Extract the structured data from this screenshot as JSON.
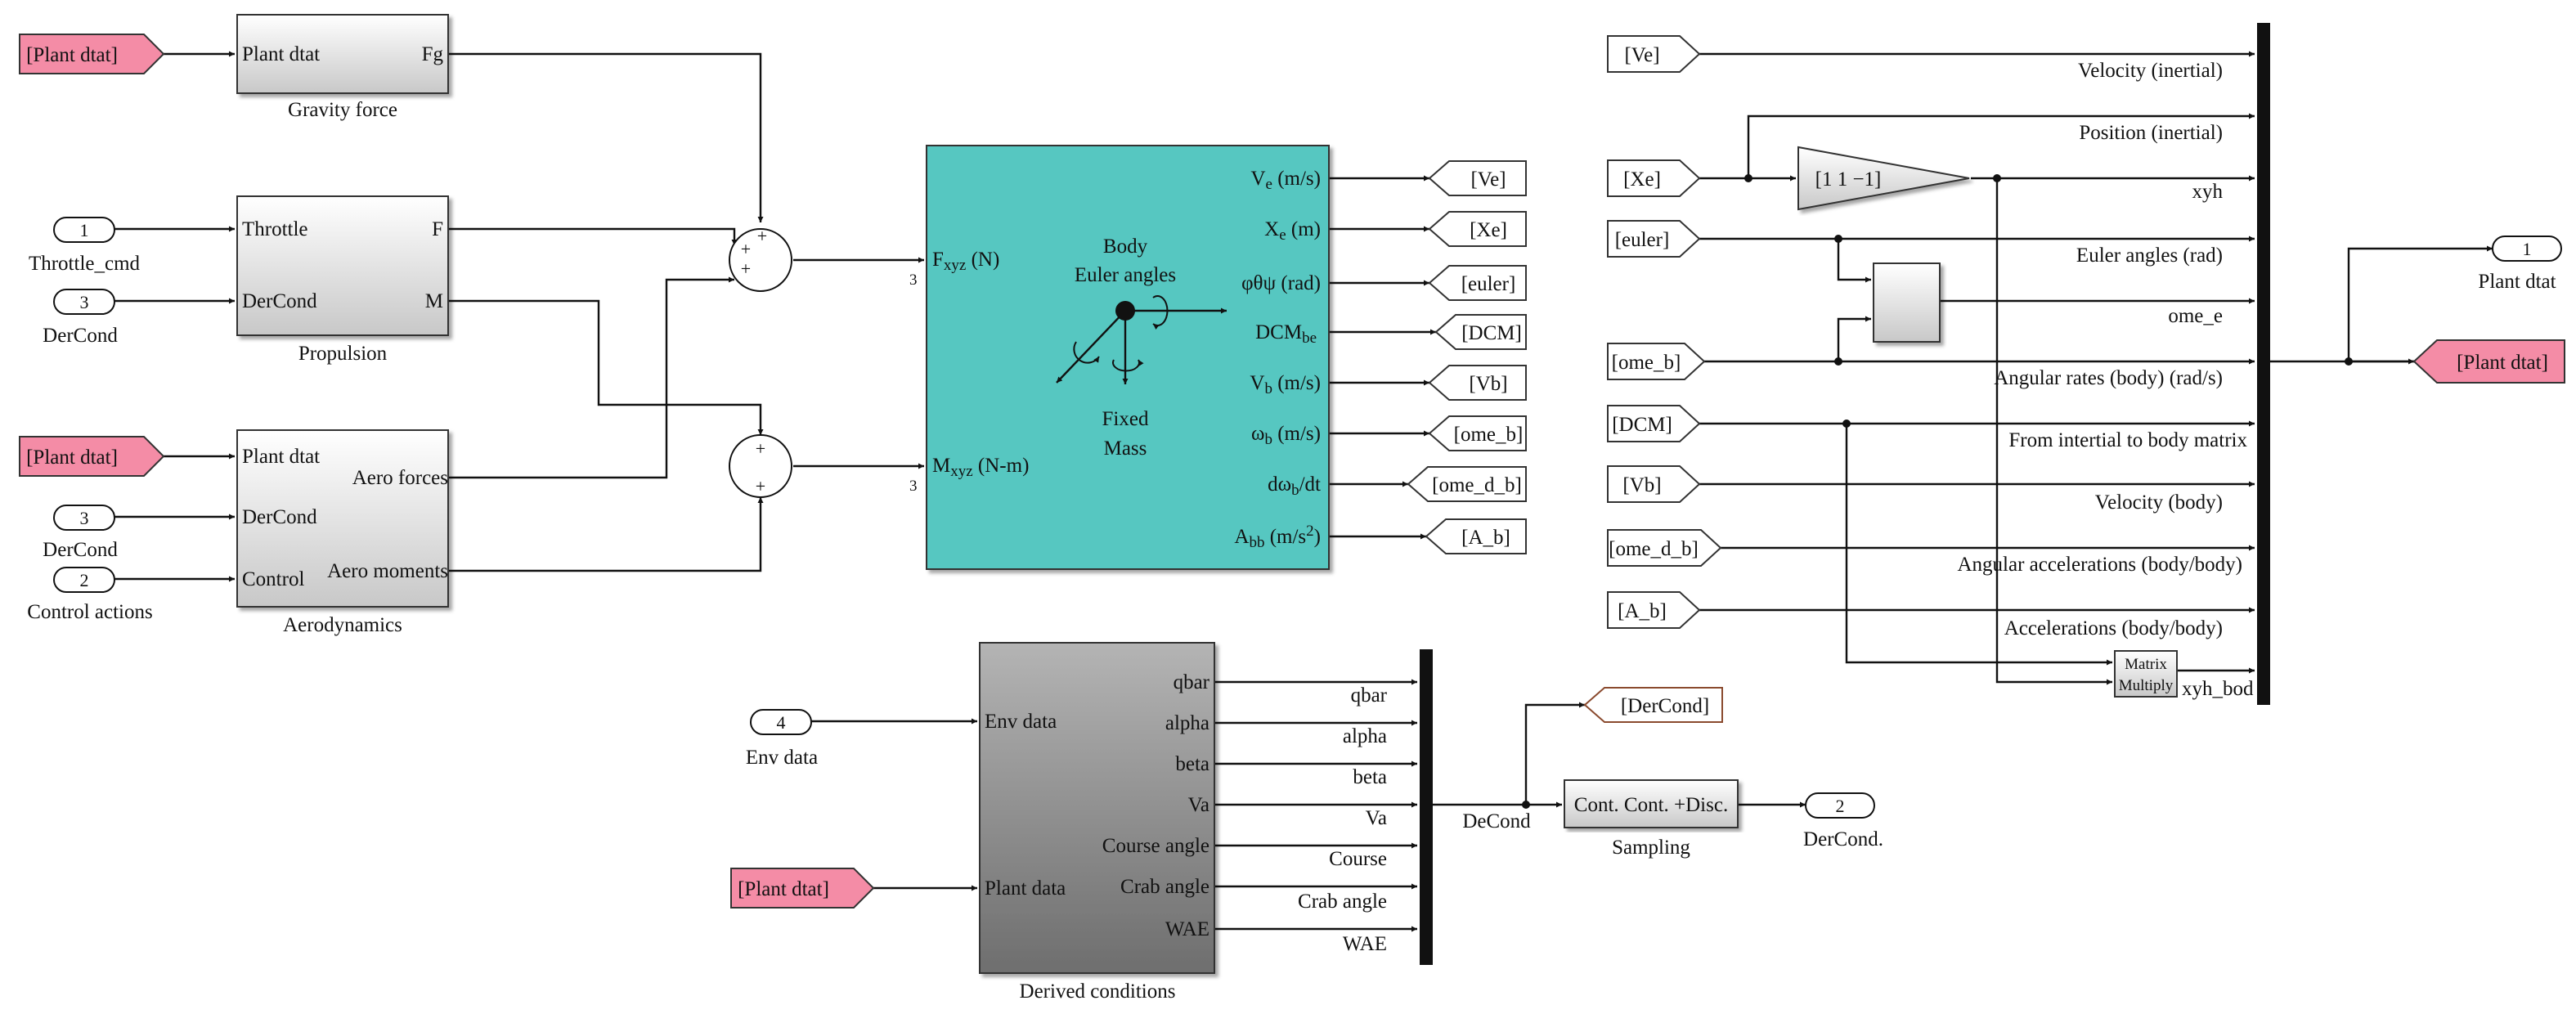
{
  "colors": {
    "goto_tag": "#f48ca6",
    "six_dof_block": "#56c7c1",
    "block_gradient_top": "#ffffff",
    "block_gradient_bottom": "#c8c8c8",
    "derived_gradient_top": "#b4b4b4",
    "derived_gradient_bottom": "#707070",
    "bus": "#111111"
  },
  "from_tags": {
    "plant_dtat_gravity": "[Plant dtat]",
    "plant_dtat_aero": "[Plant dtat]",
    "plant_dtat_derived": "[Plant dtat]",
    "ve": "[Ve]",
    "xe": "[Xe]",
    "euler": "[euler]",
    "ome_b": "[ome_b]",
    "dcm": "[DCM]",
    "vb": "[Vb]",
    "ome_d_b": "[ome_d_b]",
    "a_b": "[A_b]"
  },
  "goto_tags": {
    "ve": "[Ve]",
    "xe": "[Xe]",
    "euler": "[euler]",
    "dcm": "[DCM]",
    "vb": "[Vb]",
    "ome_b": "[ome_b]",
    "ome_d_b": "[ome_d_b]",
    "a_b": "[A_b]",
    "dercond": "[DerCond]",
    "plant_dtat": "[Plant dtat]"
  },
  "inports": [
    {
      "number": "1",
      "label": "Throttle_cmd"
    },
    {
      "number": "3",
      "label": "DerCond"
    },
    {
      "number": "3",
      "label": "DerCond"
    },
    {
      "number": "2",
      "label": "Control actions"
    },
    {
      "number": "4",
      "label": "Env data"
    }
  ],
  "outports": [
    {
      "number": "1",
      "label": "Plant dtat"
    },
    {
      "number": "2",
      "label": "DerCond."
    }
  ],
  "gravity": {
    "in": "Plant dtat",
    "out": "Fg",
    "caption": "Gravity force"
  },
  "propulsion": {
    "in1": "Throttle",
    "in2": "DerCond",
    "out1": "F",
    "out2": "M",
    "caption": "Propulsion"
  },
  "aero": {
    "in1": "Plant dtat",
    "in2": "DerCond",
    "in3": "Control",
    "out1": "Aero forces",
    "out2": "Aero moments",
    "caption": "Aerodynamics"
  },
  "sums": {
    "sum1_signs": [
      "+",
      "+",
      "+"
    ],
    "sum2_signs": [
      "+",
      "+"
    ]
  },
  "sixdof": {
    "in_force": "F",
    "in_force_sub": "xyz",
    "in_force_unit": " (N)",
    "in_moment": "M",
    "in_moment_sub": "xyz",
    "in_moment_unit": " (N-m)",
    "width_force": "3",
    "width_moment": "3",
    "center_body": "Body",
    "center_euler": "Euler angles",
    "center_fixed": "Fixed",
    "center_mass": "Mass",
    "outputs": [
      {
        "main": "V",
        "sub": "e",
        "unit": " (m/s)",
        "sup": ""
      },
      {
        "main": "X",
        "sub": "e",
        "unit": " (m)",
        "sup": ""
      },
      {
        "main": "φθψ (rad)",
        "sub": "",
        "unit": "",
        "sup": ""
      },
      {
        "main": "DCM",
        "sub": "be",
        "unit": "",
        "sup": ""
      },
      {
        "main": "V",
        "sub": "b",
        "unit": " (m/s)",
        "sup": ""
      },
      {
        "main": "ω",
        "sub": "b",
        "unit": " (m/s)",
        "sup": ""
      },
      {
        "main": "dω",
        "sub": "b",
        "unit": "/dt",
        "sup": ""
      },
      {
        "main": "A",
        "sub": "bb",
        "unit": " (m/s",
        "sup": "2",
        "close": ")"
      }
    ]
  },
  "derived": {
    "in1": "Env data",
    "in2": "Plant data",
    "outs": [
      "qbar",
      "alpha",
      "beta",
      "Va",
      "Course angle",
      "Crab angle",
      "WAE"
    ],
    "signals": [
      "qbar",
      "alpha",
      "beta",
      "Va",
      "Course",
      "Crab angle",
      "WAE"
    ],
    "caption": "Derived conditions",
    "bus_label": "DeCond"
  },
  "sampling": {
    "text": "Cont. Cont. +Disc.",
    "caption": "Sampling"
  },
  "right_bus_labels": [
    "Velocity (inertial)",
    "Position (inertial)",
    "xyh",
    "Euler angles (rad)",
    "ome_e",
    "Angular rates (body) (rad/s)",
    "From intertial to body matrix",
    "Velocity (body)",
    "Angular accelerations (body/body)",
    "Accelerations (body/body)",
    "xyh_bod"
  ],
  "gain_text": "[1 1 −1]",
  "matrix_multiply": {
    "line1": "Matrix",
    "line2": "Multiply"
  }
}
